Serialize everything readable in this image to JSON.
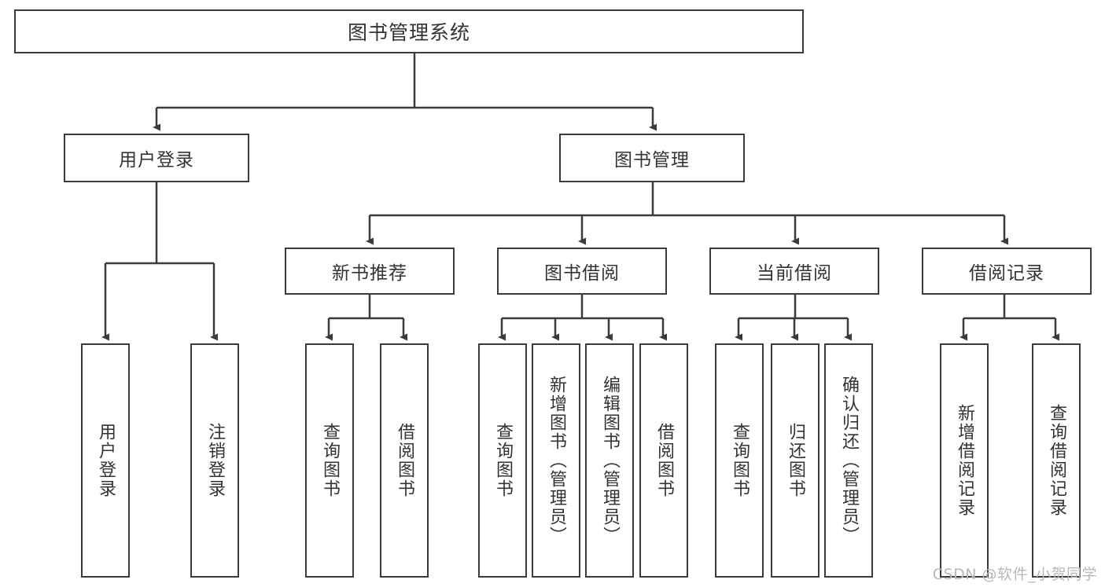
{
  "diagram": {
    "title": "图书管理系统",
    "type": "tree-hierarchy-chart",
    "root": {
      "label": "图书管理系统"
    },
    "level2": [
      {
        "label": "用户登录"
      },
      {
        "label": "图书管理"
      }
    ],
    "level3": [
      {
        "label": "新书推荐"
      },
      {
        "label": "图书借阅"
      },
      {
        "label": "当前借阅"
      },
      {
        "label": "借阅记录"
      }
    ],
    "leaves": {
      "user_login": [
        {
          "label": "用户登录"
        },
        {
          "label": "注销登录"
        }
      ],
      "new_book_recommend": [
        {
          "label": "查询图书"
        },
        {
          "label": "借阅图书"
        }
      ],
      "book_borrow": [
        {
          "label": "查询图书"
        },
        {
          "label": "新增图书（管理员）"
        },
        {
          "label": "编辑图书（管理员）"
        },
        {
          "label": "借阅图书"
        }
      ],
      "current_borrow": [
        {
          "label": "查询图书"
        },
        {
          "label": "归还图书"
        },
        {
          "label": "确认归还（管理员）"
        }
      ],
      "borrow_record": [
        {
          "label": "新增借阅记录"
        },
        {
          "label": "查询借阅记录"
        }
      ]
    }
  },
  "watermark": {
    "text": "CSDN @软件_小贺同学"
  },
  "colors": {
    "stroke": "#3b3b3b",
    "text": "#333333",
    "background": "#ffffff",
    "watermark": "#b8b8b8"
  }
}
